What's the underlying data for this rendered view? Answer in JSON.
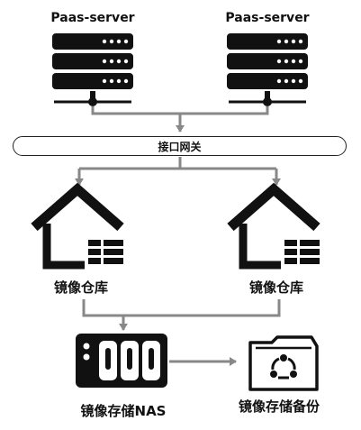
{
  "servers": [
    {
      "label": "Paas-server"
    },
    {
      "label": "Paas-server"
    }
  ],
  "gateway": {
    "label": "接口网关"
  },
  "repositories": [
    {
      "label": "镜像仓库"
    },
    {
      "label": "镜像仓库"
    }
  ],
  "nas": {
    "label": "镜像存储NAS"
  },
  "backup": {
    "label": "镜像存储备份"
  }
}
